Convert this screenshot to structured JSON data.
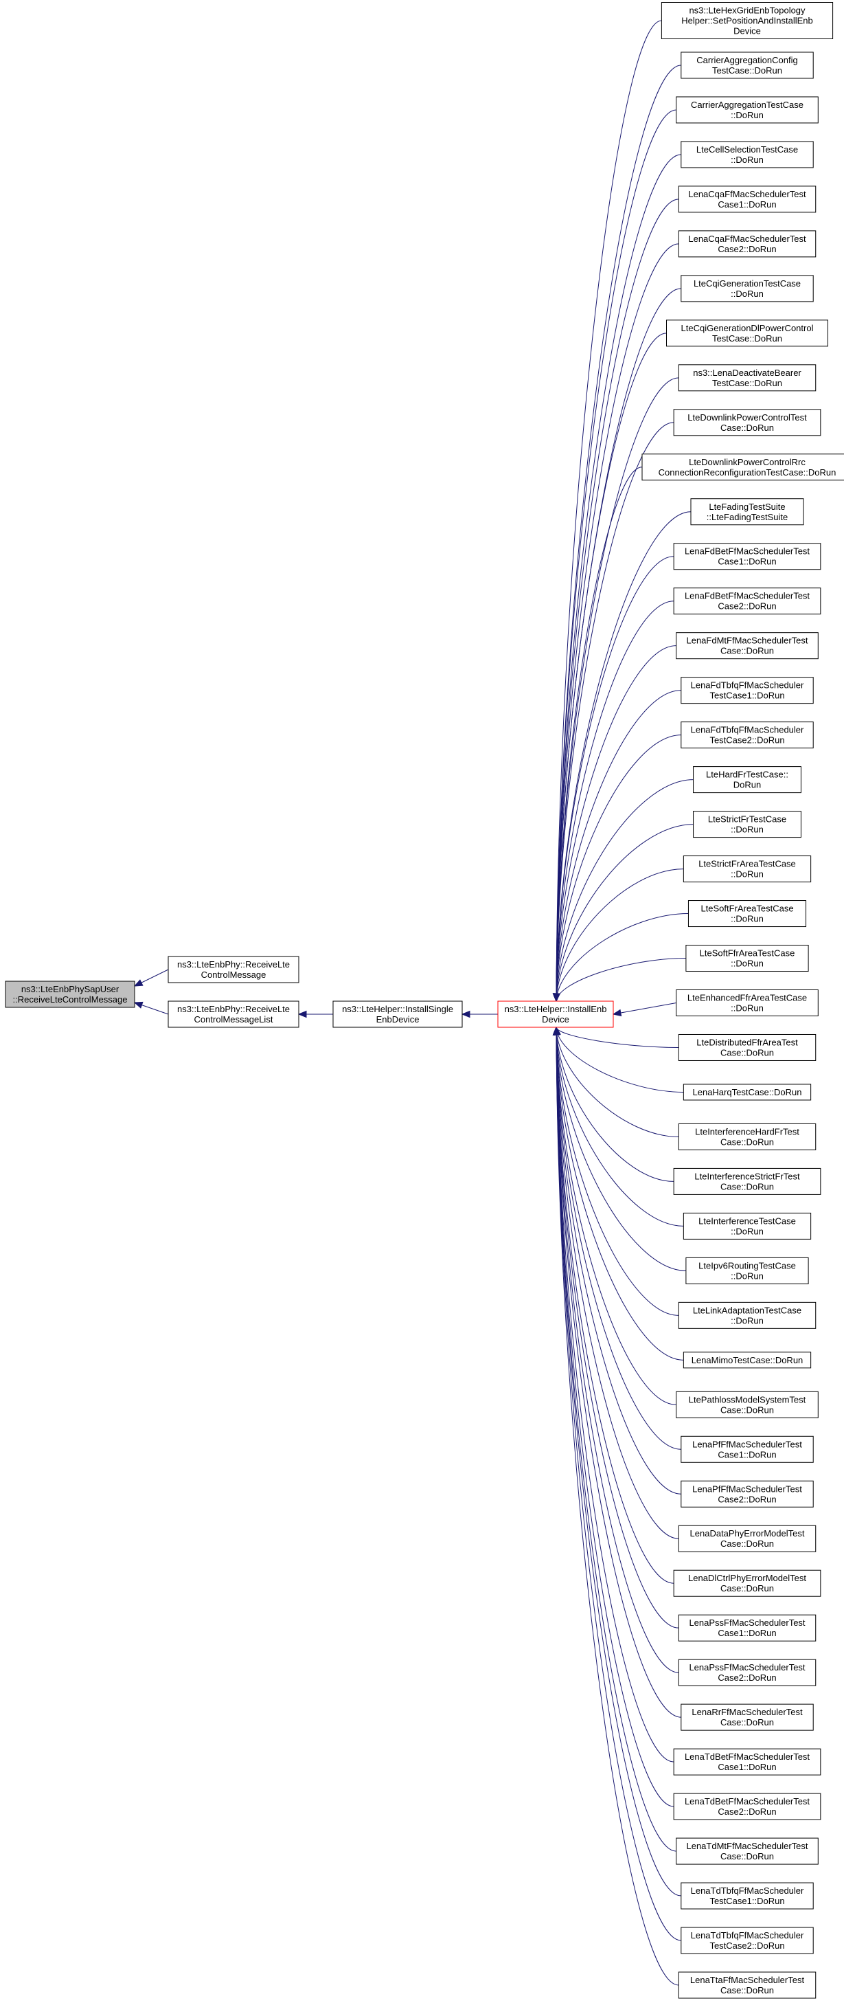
{
  "graph": {
    "edge_color": "#191970",
    "focus_border_color": "#ff0000",
    "root_fill_color": "#bfbfbf",
    "root": {
      "id": "root",
      "lines": [
        "ns3::LteEnbPhySapUser",
        "::ReceiveLteControlMessage"
      ]
    },
    "level1": [
      {
        "id": "recv_msg",
        "lines": [
          "ns3::LteEnbPhy::ReceiveLte",
          "ControlMessage"
        ]
      },
      {
        "id": "recv_list",
        "lines": [
          "ns3::LteEnbPhy::ReceiveLte",
          "ControlMessageList"
        ]
      }
    ],
    "level2": {
      "id": "install_single",
      "lines": [
        "ns3::LteHelper::InstallSingle",
        "EnbDevice"
      ]
    },
    "level3": {
      "id": "install_enb",
      "lines": [
        "ns3::LteHelper::InstallEnb",
        "Device"
      ]
    },
    "callers": [
      {
        "lines": [
          "ns3::LteHexGridEnbTopology",
          "Helper::SetPositionAndInstallEnb",
          "Device"
        ]
      },
      {
        "lines": [
          "CarrierAggregationConfig",
          "TestCase::DoRun"
        ]
      },
      {
        "lines": [
          "CarrierAggregationTestCase",
          "::DoRun"
        ]
      },
      {
        "lines": [
          "LteCellSelectionTestCase",
          "::DoRun"
        ]
      },
      {
        "lines": [
          "LenaCqaFfMacSchedulerTest",
          "Case1::DoRun"
        ]
      },
      {
        "lines": [
          "LenaCqaFfMacSchedulerTest",
          "Case2::DoRun"
        ]
      },
      {
        "lines": [
          "LteCqiGenerationTestCase",
          "::DoRun"
        ]
      },
      {
        "lines": [
          "LteCqiGenerationDlPowerControl",
          "TestCase::DoRun"
        ]
      },
      {
        "lines": [
          "ns3::LenaDeactivateBearer",
          "TestCase::DoRun"
        ]
      },
      {
        "lines": [
          "LteDownlinkPowerControlTest",
          "Case::DoRun"
        ]
      },
      {
        "lines": [
          "LteDownlinkPowerControlRrc",
          "ConnectionReconfigurationTestCase::DoRun"
        ]
      },
      {
        "lines": [
          "LteFadingTestSuite",
          "::LteFadingTestSuite"
        ]
      },
      {
        "lines": [
          "LenaFdBetFfMacSchedulerTest",
          "Case1::DoRun"
        ]
      },
      {
        "lines": [
          "LenaFdBetFfMacSchedulerTest",
          "Case2::DoRun"
        ]
      },
      {
        "lines": [
          "LenaFdMtFfMacSchedulerTest",
          "Case::DoRun"
        ]
      },
      {
        "lines": [
          "LenaFdTbfqFfMacScheduler",
          "TestCase1::DoRun"
        ]
      },
      {
        "lines": [
          "LenaFdTbfqFfMacScheduler",
          "TestCase2::DoRun"
        ]
      },
      {
        "lines": [
          "LteHardFrTestCase::",
          "DoRun"
        ]
      },
      {
        "lines": [
          "LteStrictFrTestCase",
          "::DoRun"
        ]
      },
      {
        "lines": [
          "LteStrictFrAreaTestCase",
          "::DoRun"
        ]
      },
      {
        "lines": [
          "LteSoftFrAreaTestCase",
          "::DoRun"
        ]
      },
      {
        "lines": [
          "LteSoftFfrAreaTestCase",
          "::DoRun"
        ]
      },
      {
        "lines": [
          "LteEnhancedFfrAreaTestCase",
          "::DoRun"
        ]
      },
      {
        "lines": [
          "LteDistributedFfrAreaTest",
          "Case::DoRun"
        ]
      },
      {
        "lines": [
          "LenaHarqTestCase::DoRun"
        ]
      },
      {
        "lines": [
          "LteInterferenceHardFrTest",
          "Case::DoRun"
        ]
      },
      {
        "lines": [
          "LteInterferenceStrictFrTest",
          "Case::DoRun"
        ]
      },
      {
        "lines": [
          "LteInterferenceTestCase",
          "::DoRun"
        ]
      },
      {
        "lines": [
          "LteIpv6RoutingTestCase",
          "::DoRun"
        ]
      },
      {
        "lines": [
          "LteLinkAdaptationTestCase",
          "::DoRun"
        ]
      },
      {
        "lines": [
          "LenaMimoTestCase::DoRun"
        ]
      },
      {
        "lines": [
          "LtePathlossModelSystemTest",
          "Case::DoRun"
        ]
      },
      {
        "lines": [
          "LenaPfFfMacSchedulerTest",
          "Case1::DoRun"
        ]
      },
      {
        "lines": [
          "LenaPfFfMacSchedulerTest",
          "Case2::DoRun"
        ]
      },
      {
        "lines": [
          "LenaDataPhyErrorModelTest",
          "Case::DoRun"
        ]
      },
      {
        "lines": [
          "LenaDlCtrlPhyErrorModelTest",
          "Case::DoRun"
        ]
      },
      {
        "lines": [
          "LenaPssFfMacSchedulerTest",
          "Case1::DoRun"
        ]
      },
      {
        "lines": [
          "LenaPssFfMacSchedulerTest",
          "Case2::DoRun"
        ]
      },
      {
        "lines": [
          "LenaRrFfMacSchedulerTest",
          "Case::DoRun"
        ]
      },
      {
        "lines": [
          "LenaTdBetFfMacSchedulerTest",
          "Case1::DoRun"
        ]
      },
      {
        "lines": [
          "LenaTdBetFfMacSchedulerTest",
          "Case2::DoRun"
        ]
      },
      {
        "lines": [
          "LenaTdMtFfMacSchedulerTest",
          "Case::DoRun"
        ]
      },
      {
        "lines": [
          "LenaTdTbfqFfMacScheduler",
          "TestCase1::DoRun"
        ]
      },
      {
        "lines": [
          "LenaTdTbfqFfMacScheduler",
          "TestCase2::DoRun"
        ]
      },
      {
        "lines": [
          "LenaTtaFfMacSchedulerTest",
          "Case::DoRun"
        ]
      }
    ]
  }
}
